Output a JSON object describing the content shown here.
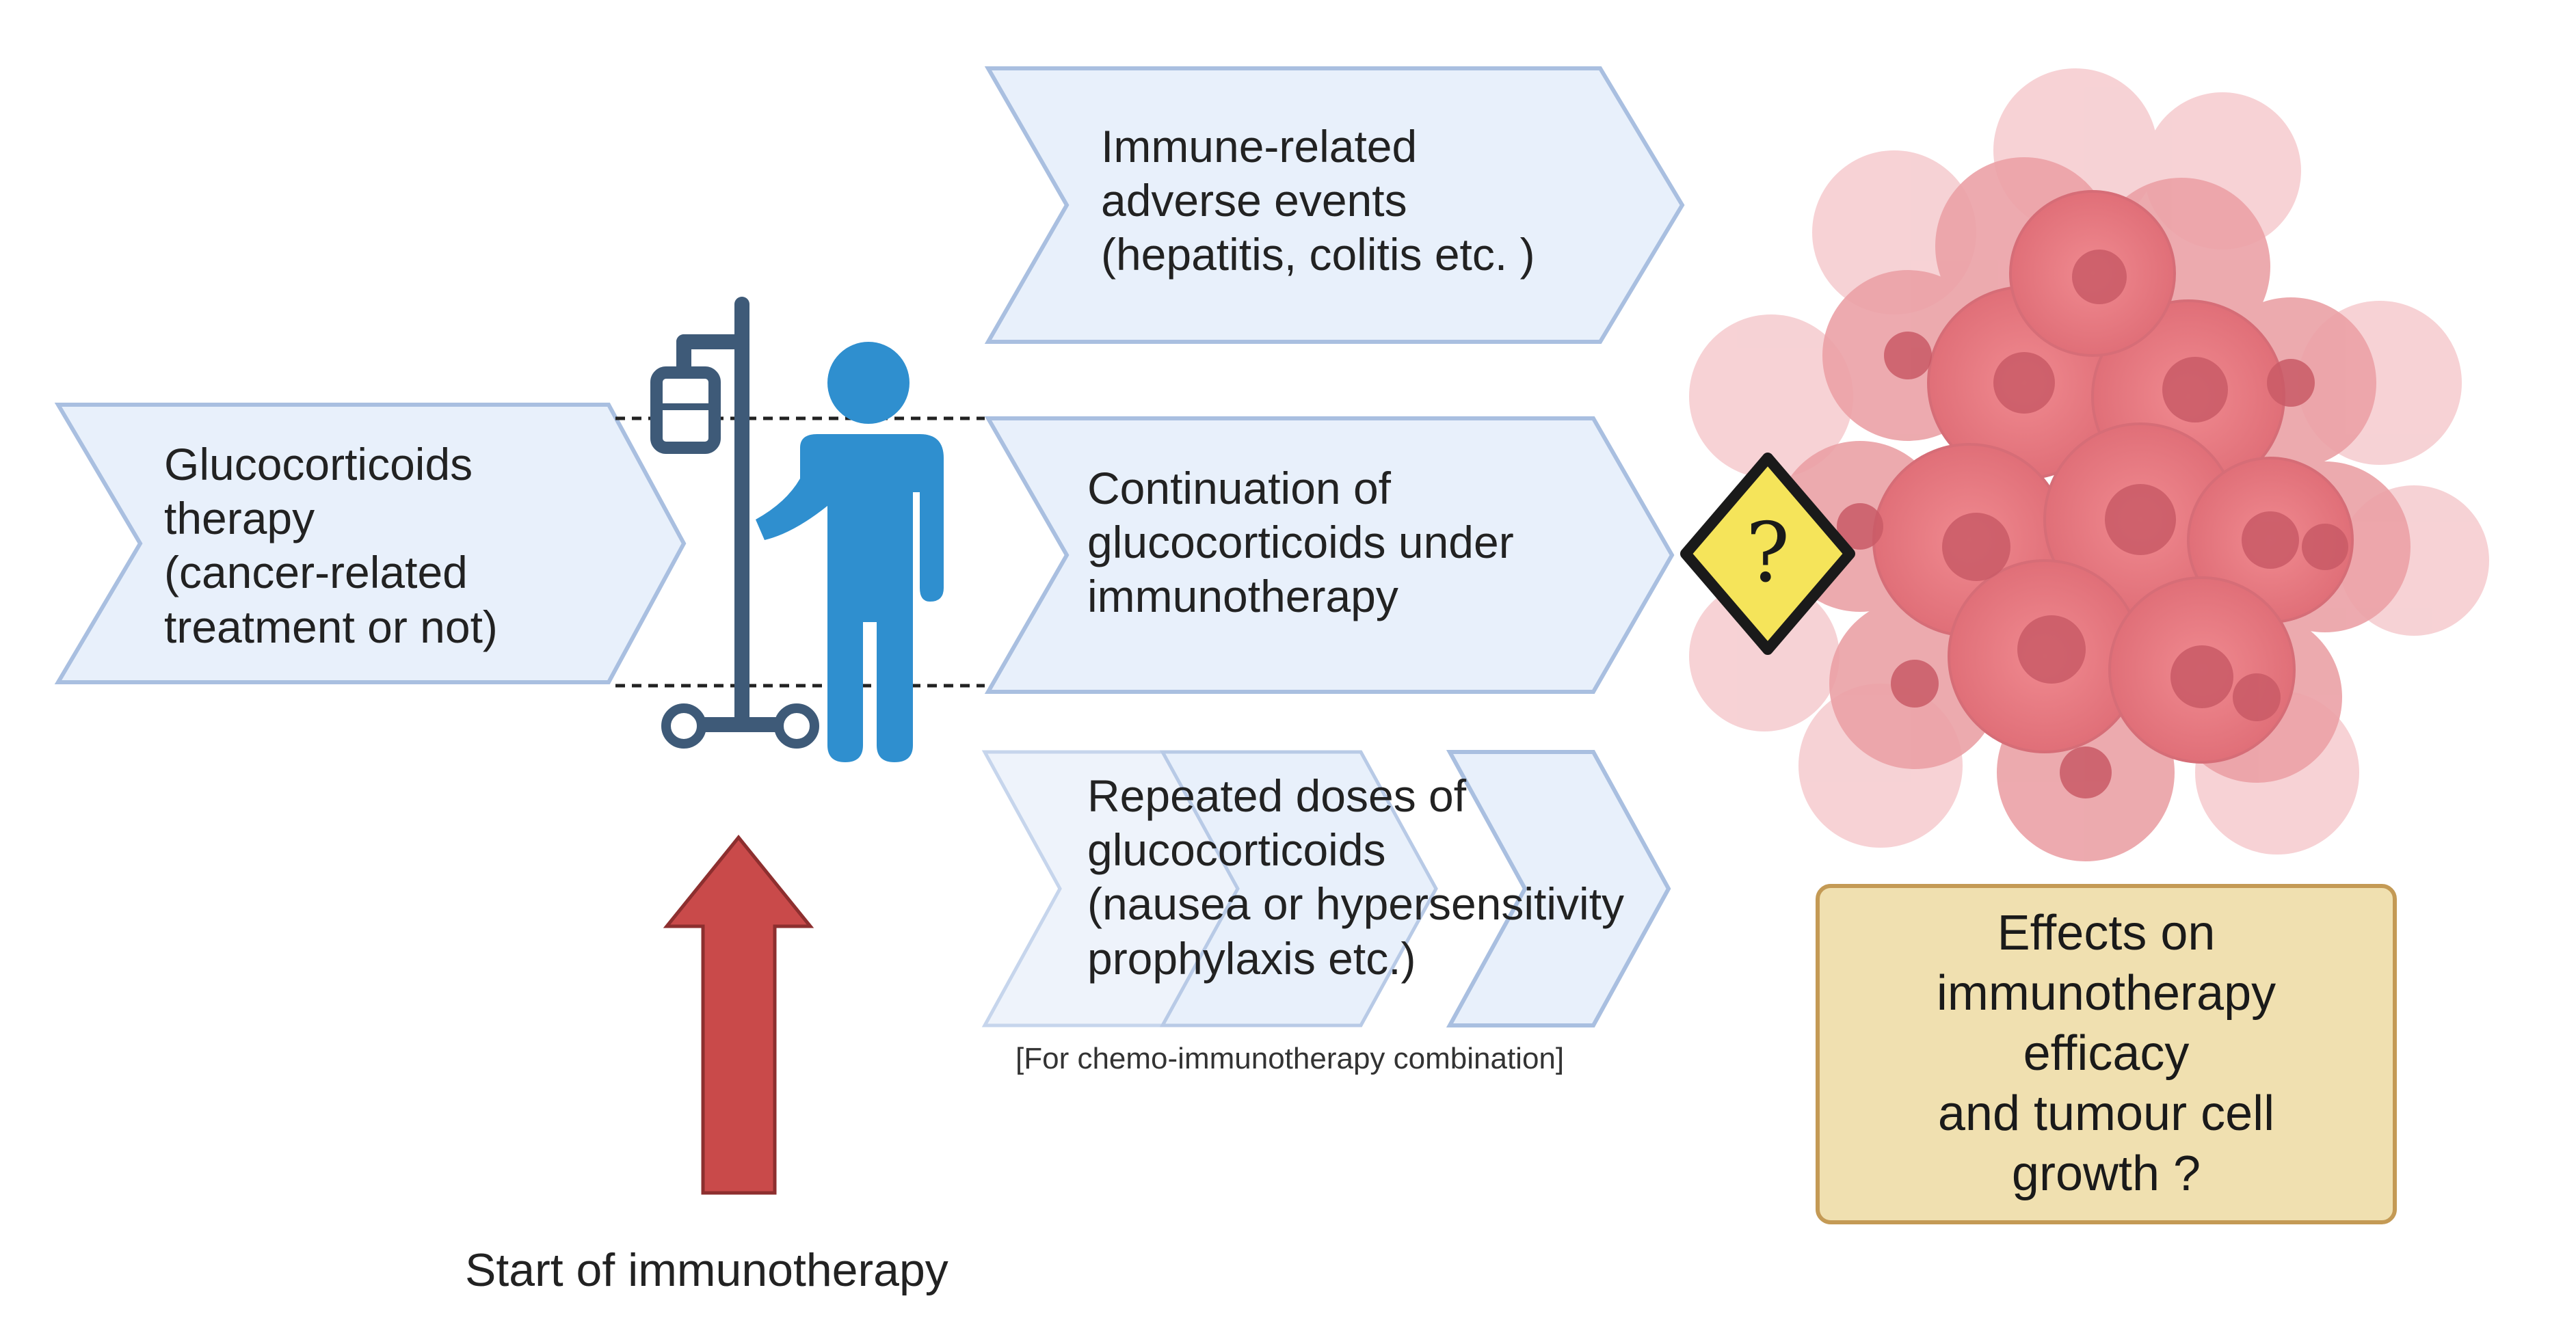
{
  "glucocorticoids_box": {
    "lines": [
      "Glucocorticoids",
      "therapy",
      "(cancer-related",
      "treatment or not)"
    ]
  },
  "irae_box": {
    "lines": [
      "Immune-related",
      "adverse events",
      "(hepatitis, colitis etc. )"
    ]
  },
  "continuation_box": {
    "lines": [
      "Continuation of",
      "glucocorticoids under",
      "immunotherapy"
    ]
  },
  "repeated_box": {
    "lines": [
      "Repeated doses of",
      "glucocorticoids",
      "(nausea or hypersensitivity",
      "prophylaxis etc.)"
    ],
    "note": "[For chemo-immunotherapy combination]"
  },
  "warning_sign": {
    "symbol": "?"
  },
  "effects_box": {
    "lines": [
      "Effects on",
      "immunotherapy",
      "efficacy",
      "and tumour cell",
      "growth ?"
    ]
  },
  "start_label": "Start of immunotherapy",
  "icons": [
    "iv-drip-stand-icon",
    "patient-icon",
    "up-arrow-icon",
    "warning-diamond-icon",
    "tumour-cell-cluster-icon"
  ],
  "colors": {
    "chevron_fill": "#e8f0fb",
    "chevron_stroke": "#a9bfe0",
    "patient": "#2f8fcf",
    "iv_stand": "#3e5a78",
    "arrow": "#c94a4a",
    "warning": "#f5e45a",
    "effects_box_fill": "#f0e0b0",
    "tumour": "#e8848c"
  }
}
